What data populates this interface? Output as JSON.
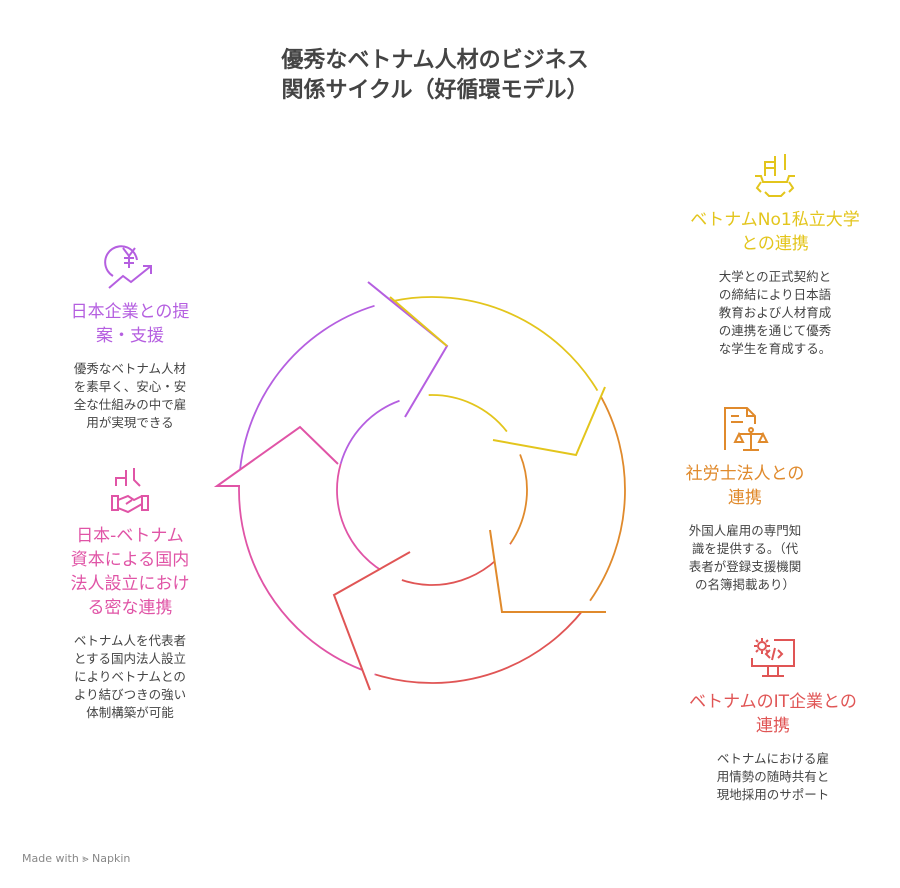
{
  "title": [
    "優秀なベトナム人材のビジネス",
    "関係サイクル（好循環モデル）"
  ],
  "colors": {
    "purple": "#b55fe0",
    "yellow": "#e3c51c",
    "orange": "#e08a2c",
    "red": "#e05555",
    "pink": "#e054a6"
  },
  "items": [
    {
      "icon": "yen-growth-icon",
      "heading": [
        "日本企業との提",
        "案・支援"
      ],
      "desc": [
        "優秀なベトナム人材",
        "を素早く、安心・安",
        "全な仕組みの中で雇",
        "用が実現できる"
      ]
    },
    {
      "icon": "handshake-building-icon",
      "heading": [
        "日本-ベトナム",
        "資本による国内",
        "法人設立におけ",
        "る密な連携"
      ],
      "desc": [
        "ベトナム人を代表者",
        "とする国内法人設立",
        "によりベトナムとの",
        "より結びつきの強い",
        "体制構築が可能"
      ]
    },
    {
      "icon": "gear-building-icon",
      "heading": [
        "ベトナムNo1私立大学",
        "との連携"
      ],
      "desc": [
        "大学との正式契約と",
        "の締結により日本語",
        "教育および人材育成",
        "の連携を通じて優秀",
        "な学生を育成する。"
      ]
    },
    {
      "icon": "document-scale-icon",
      "heading": [
        "社労士法人との",
        "連携"
      ],
      "desc": [
        "外国人雇用の専門知",
        "識を提供する。（代",
        "表者が登録支援機関",
        "の名簿掲載あり）"
      ]
    },
    {
      "icon": "gear-monitor-code-icon",
      "heading": [
        "ベトナムのIT企業との",
        "連携"
      ],
      "desc": [
        "ベトナムにおける雇",
        "用情勢の随時共有と",
        "現地採用のサポート"
      ]
    }
  ],
  "footer": "Made with ⪢ Napkin"
}
